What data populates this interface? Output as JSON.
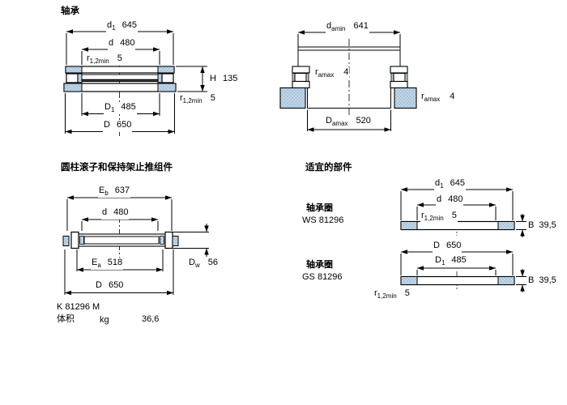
{
  "sections": {
    "bearing_title": "轴承",
    "assembly_title": "圆柱滚子和保持架止推组件",
    "parts_title": "适宜的部件"
  },
  "labels": {
    "ws_ring": "轴承圈",
    "ws_code": "WS 81296",
    "gs_ring": "轴承圈",
    "gs_code": "GS 81296",
    "designation": "K 81296 M",
    "mass_label": "体积",
    "mass_unit": "kg",
    "mass_value": "36,6"
  },
  "colors": {
    "hatch_fill": "#c2d8e8",
    "hatch_dot": "#86aac7",
    "line": "#000000"
  },
  "dims": {
    "b_d1": {
      "sym": "d",
      "sub": "1",
      "val": "645"
    },
    "b_d": {
      "sym": "d",
      "sub": "",
      "val": "480"
    },
    "b_r_top": {
      "sym": "r",
      "sub": "1,2min",
      "val": "5"
    },
    "b_H": {
      "sym": "H",
      "sub": "",
      "val": "135"
    },
    "b_r_bot": {
      "sym": "r",
      "sub": "1,2min",
      "val": "5"
    },
    "b_D1": {
      "sym": "D",
      "sub": "1",
      "val": "485"
    },
    "b_D": {
      "sym": "D",
      "sub": "",
      "val": "650"
    },
    "m_damin": {
      "sym": "d",
      "sub": "amin",
      "val": "641"
    },
    "m_ramax_in": {
      "sym": "r",
      "sub": "amax",
      "val": "4"
    },
    "m_ramax_out": {
      "sym": "r",
      "sub": "amax",
      "val": "4"
    },
    "m_Damax": {
      "sym": "D",
      "sub": "amax",
      "val": "520"
    },
    "k_Eb": {
      "sym": "E",
      "sub": "b",
      "val": "637"
    },
    "k_d": {
      "sym": "d",
      "sub": "",
      "val": "480"
    },
    "k_Ea": {
      "sym": "E",
      "sub": "a",
      "val": "518"
    },
    "k_D": {
      "sym": "D",
      "sub": "",
      "val": "650"
    },
    "k_Dw": {
      "sym": "D",
      "sub": "w",
      "val": "56"
    },
    "ws_d1": {
      "sym": "d",
      "sub": "1",
      "val": "645"
    },
    "ws_d": {
      "sym": "d",
      "sub": "",
      "val": "480"
    },
    "ws_r": {
      "sym": "r",
      "sub": "1,2min",
      "val": "5"
    },
    "ws_B": {
      "sym": "B",
      "sub": "",
      "val": "39,5"
    },
    "gs_D": {
      "sym": "D",
      "sub": "",
      "val": "650"
    },
    "gs_D1": {
      "sym": "D",
      "sub": "1",
      "val": "485"
    },
    "gs_B": {
      "sym": "B",
      "sub": "",
      "val": "39,5"
    },
    "gs_r": {
      "sym": "r",
      "sub": "1,2min",
      "val": "5"
    }
  }
}
